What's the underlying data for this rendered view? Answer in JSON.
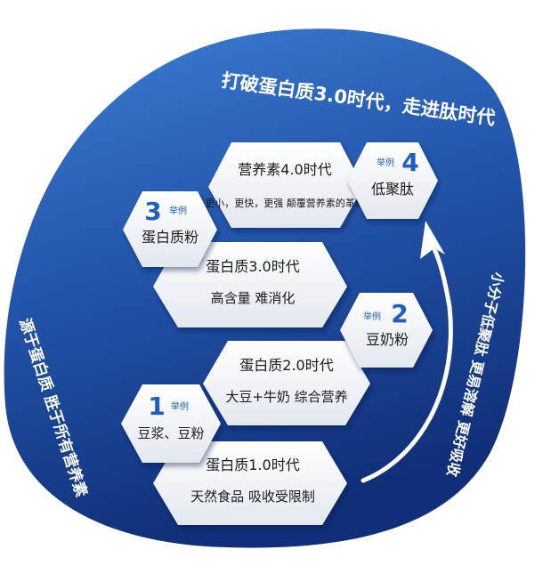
{
  "headline": "打破蛋白质3.0时代，走进肽时代",
  "left_caption": "源于蛋白质 胜于所有营养素",
  "right_caption": "小分子低聚肽 更易溶解 更好吸收",
  "eras": [
    {
      "title": "营养素4.0时代",
      "desc": "更小，更快，更强 颠覆营养素的革命"
    },
    {
      "title": "蛋白质3.0时代",
      "desc": "高含量 难消化"
    },
    {
      "title": "蛋白质2.0时代",
      "desc": "大豆+牛奶 综合营养"
    },
    {
      "title": "蛋白质1.0时代",
      "desc": "天然食品 吸收受限制"
    }
  ],
  "examples": [
    {
      "num": "4",
      "tag": "举例",
      "name": "低聚肽"
    },
    {
      "num": "3",
      "tag": "举例",
      "name": "蛋白质粉"
    },
    {
      "num": "2",
      "tag": "举例",
      "name": "豆奶粉"
    },
    {
      "num": "1",
      "tag": "举例",
      "name": "豆浆、豆粉"
    }
  ],
  "colors": {
    "blob_top": "#2f6cc0",
    "blob_bottom": "#12327a",
    "accent_number": "#1f5fbf",
    "text_dark": "#1a1a1a",
    "text_white": "#ffffff"
  }
}
